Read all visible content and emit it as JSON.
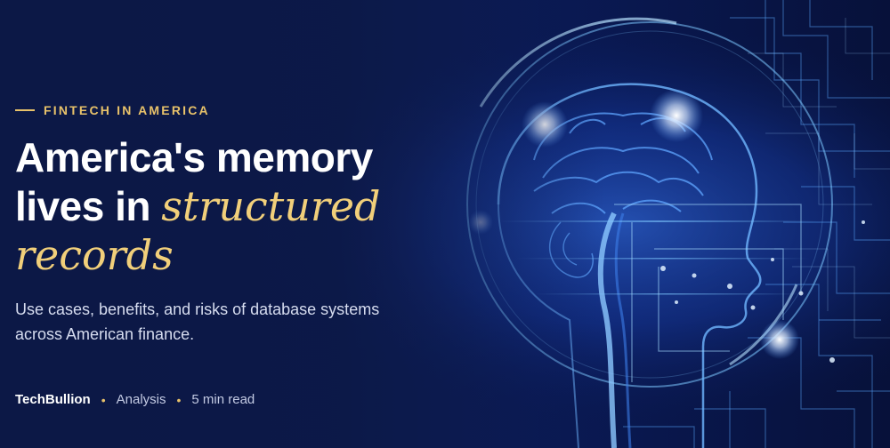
{
  "hero": {
    "kicker": "FINTECH IN AMERICA",
    "headline_plain_1": "America's memory",
    "headline_plain_2": "lives in",
    "headline_accent_1": "structured",
    "headline_accent_2": "records",
    "dek_line_1": "Use cases, benefits, and risks of database systems",
    "dek_line_2": "across American finance.",
    "meta": {
      "brand": "TechBullion",
      "separator": "•",
      "category": "Analysis",
      "read_time": "5 min read"
    }
  },
  "colors": {
    "background": "#0c1a4a",
    "accent_gold": "#e8c26a",
    "headline_white": "#ffffff",
    "circuit_blue": "#4aa8ff"
  },
  "image": {
    "subject": "glowing-circuit-brain-icon"
  }
}
